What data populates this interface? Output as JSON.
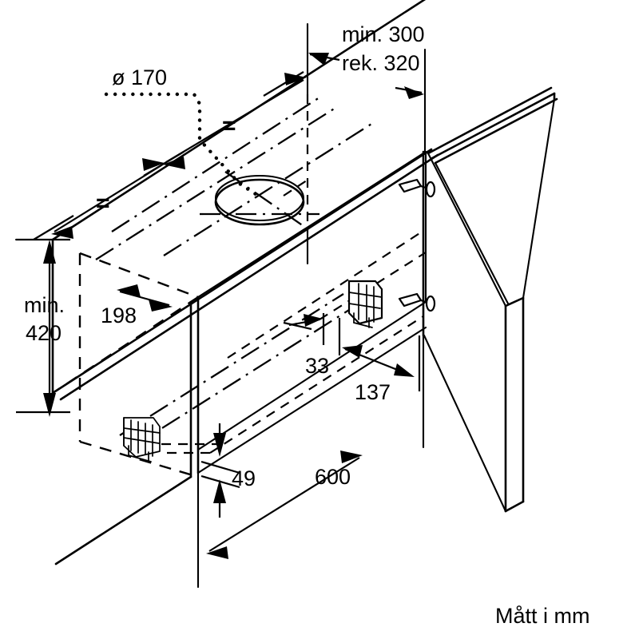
{
  "diagram": {
    "title": "Cabinet installation dimension drawing",
    "units_note": "Mått i mm",
    "line_color": "#000000",
    "background_color": "#ffffff"
  },
  "dimensions": {
    "duct_diameter": "ø 170",
    "top_clearance_min": "min. 300",
    "top_clearance_rec": "rek. 320",
    "height_min_label": "min.",
    "height_min_value": "420",
    "depth_offset": "198",
    "small_offset": "33",
    "side_offset": "137",
    "bottom_offset": "49",
    "cabinet_width": "600",
    "equal_mark_left": "=",
    "equal_mark_right": "="
  },
  "components": {
    "duct_hole": "circular-duct-cutout",
    "socket_upper": "electrical-socket-upper",
    "socket_lower": "electrical-socket-lower",
    "hinge_upper": "cabinet-hinge-upper",
    "hinge_lower": "cabinet-hinge-lower",
    "door_panel": "cabinet-door-panel"
  }
}
